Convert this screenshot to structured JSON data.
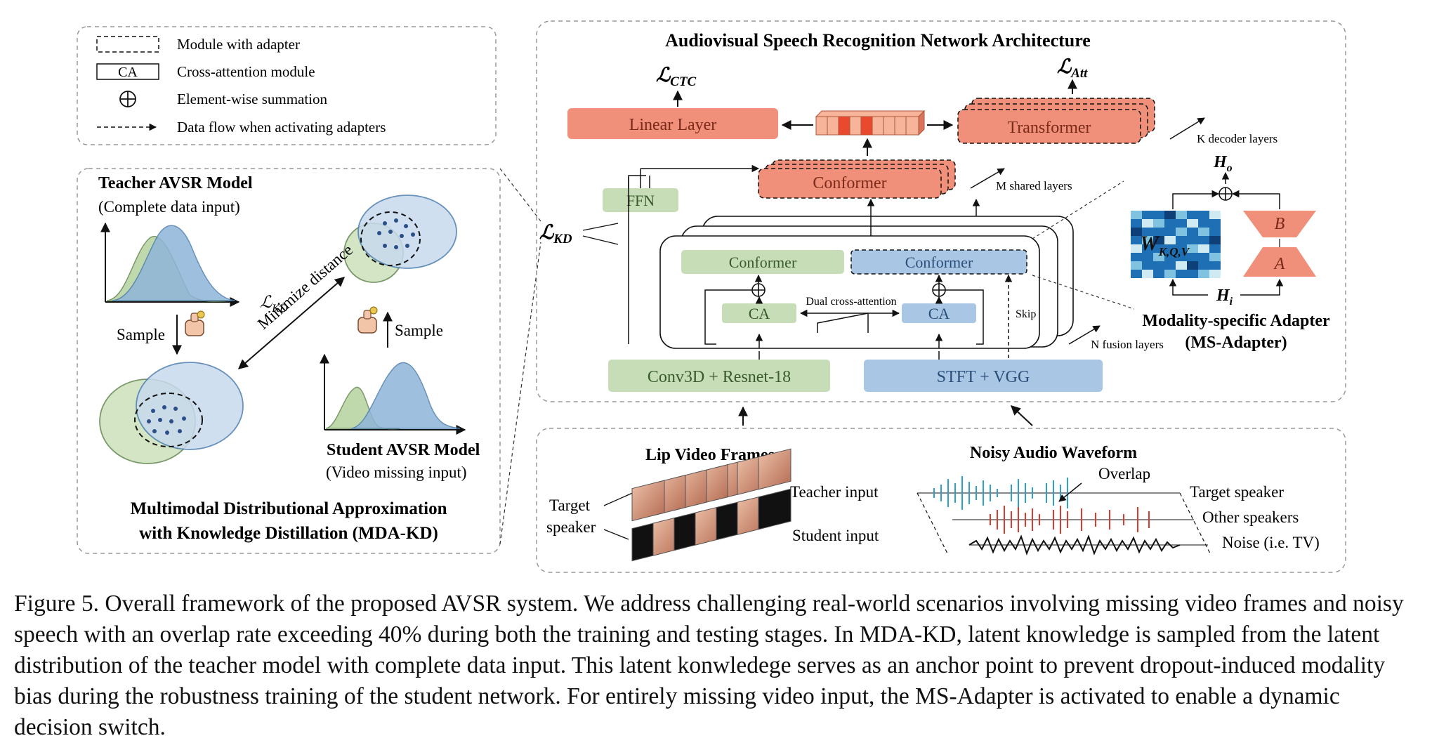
{
  "legend": {
    "adapter": "Module with adapter",
    "ca_box": "CA",
    "ca": "Cross-attention module",
    "sum": "Element-wise summation",
    "flow": "Data flow when activating adapters"
  },
  "mdakd": {
    "teacher_title": "Teacher AVSR Model",
    "teacher_sub": "(Complete data input)",
    "sample": "Sample",
    "lkd": "ℒKD",
    "minimize": "Minimize distance",
    "student_title": "Student AVSR Model",
    "student_sub": "(Video missing input)",
    "title1": "Multimodal Distributional Approximation",
    "title2": "with Knowledge Distillation (MDA-KD)"
  },
  "arch": {
    "title": "Audiovisual Speech Recognition Network Architecture",
    "l_ctc": "ℒCTC",
    "l_att": "ℒAtt",
    "l_kd": "ℒKD",
    "linear": "Linear Layer",
    "transformer": "Transformer",
    "k_layers": "K decoder layers",
    "conformer": "Conformer",
    "m_layers": "M shared layers",
    "ffn": "FFN",
    "conformer_v": "Conformer",
    "conformer_a": "Conformer",
    "ca_v": "CA",
    "ca_a": "CA",
    "dual": "Dual cross-attention",
    "skip": "Skip",
    "n_layers": "N fusion layers",
    "conv": "Conv3D + Resnet-18",
    "stft": "STFT + VGG",
    "h_o": "Ho",
    "h_i": "Hi",
    "w": "WK,Q,V",
    "b": "B",
    "a": "A",
    "msa1": "Modality-specific Adapter",
    "msa2": "(MS-Adapter)"
  },
  "inputs": {
    "lip_title": "Lip Video Frames",
    "audio_title": "Noisy Audio Waveform",
    "target": "Target",
    "speaker": "speaker",
    "teacher_in": "Teacher input",
    "student_in": "Student input",
    "overlap": "Overlap",
    "target_spk": "Target speaker",
    "other_spk": "Other speakers",
    "noise": "Noise (i.e. TV)"
  },
  "caption": "Figure 5. Overall framework of the proposed AVSR system. We address challenging real-world scenarios involving missing video frames and noisy speech with an overlap rate exceeding 40% during both the training and testing stages. In MDA-KD, latent knowledge is sampled from the latent distribution of the teacher model with complete data input. This latent konwledege serves as an anchor point to prevent dropout-induced modality bias during the robustness training of the student network. For entirely missing video input, the MS-Adapter is activated to enable a dynamic decision switch.",
  "colors": {
    "salmon": "#F0907B",
    "green": "#C6DDB8",
    "blue": "#A9C7E4",
    "blue_dark": "#8FB5D9",
    "teal_wave": "#2E9FD1",
    "red_wave": "#E03A2F"
  }
}
